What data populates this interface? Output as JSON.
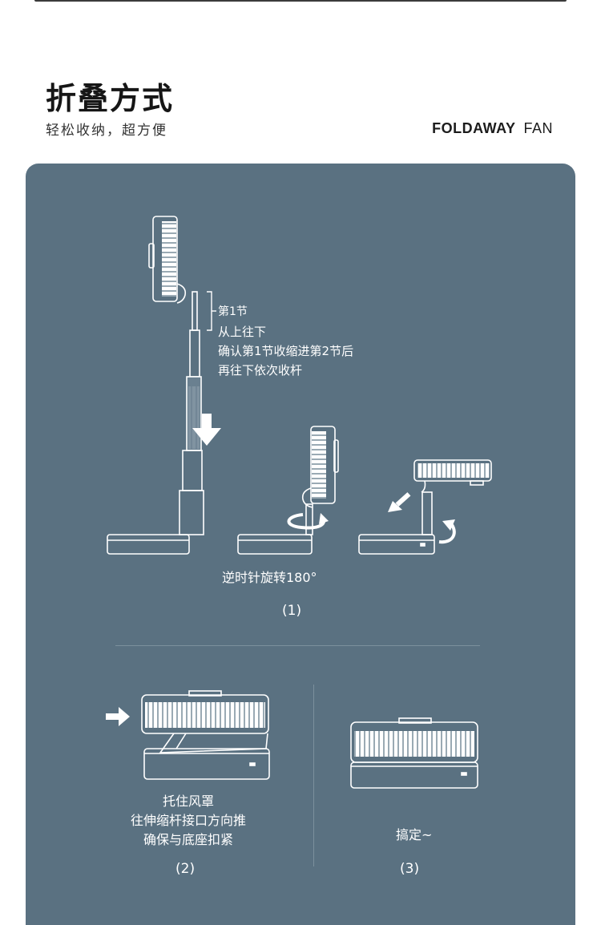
{
  "header": {
    "title": "折叠方式",
    "subtitle": "轻松收纳，超方便",
    "brand_bold": "FOLDAWAY",
    "brand_regular": "FAN"
  },
  "step1": {
    "section_label": "第1节",
    "instructions": [
      "从上往下",
      "确认第1节收缩进第2节后",
      "再往下依次收杆"
    ],
    "rotate_caption": "逆时针旋转180°",
    "index": "(1)"
  },
  "step2": {
    "instructions": [
      "托住风罩",
      "往伸缩杆接口方向推",
      "确保与底座扣紧"
    ],
    "index": "(2)"
  },
  "step3": {
    "caption": "搞定~",
    "index": "(3)"
  },
  "colors": {
    "panel": "#5a7181",
    "line": "#ffffff",
    "fan_fill": "#d9dfe3"
  },
  "icons": [
    "arrow-down-icon",
    "rotate-ccw-icon",
    "arrow-diagonal-icon",
    "curved-arrow-icon",
    "arrow-right-icon"
  ]
}
